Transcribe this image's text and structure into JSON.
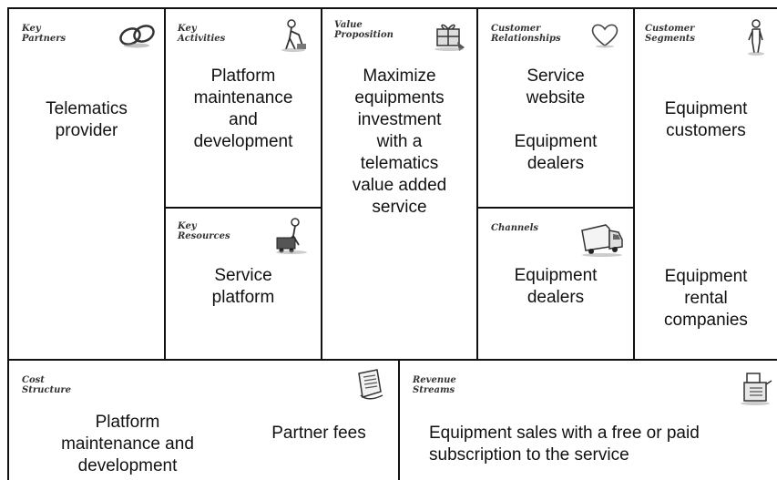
{
  "canvas": {
    "key_partners": {
      "header": "Key\nPartners",
      "items": [
        "Telematics\nprovider"
      ],
      "icon": "chain-links-icon"
    },
    "key_activities": {
      "header": "Key\nActivities",
      "items": [
        "Platform\nmaintenance\nand\ndevelopment"
      ],
      "icon": "worker-icon"
    },
    "key_resources": {
      "header": "Key\nResources",
      "items": [
        "Service\nplatform"
      ],
      "icon": "cart-icon"
    },
    "value_proposition": {
      "header": "Value\nProposition",
      "items": [
        "Maximize\nequipments\ninvestment\nwith a\ntelematics\nvalue added\nservice"
      ],
      "icon": "gift-icon"
    },
    "customer_relationships": {
      "header": "Customer\nRelationships",
      "items": [
        "Service\nwebsite",
        "Equipment\ndealers"
      ],
      "icon": "heart-icon"
    },
    "channels": {
      "header": "Channels",
      "items": [
        "Equipment\ndealers"
      ],
      "icon": "truck-icon"
    },
    "customer_segments": {
      "header": "Customer\nSegments",
      "items": [
        "Equipment\ncustomers",
        "Equipment\nrental\ncompanies"
      ],
      "icon": "person-icon"
    },
    "cost_structure": {
      "header": "Cost\nStructure",
      "items": [
        "Platform\nmaintenance and\ndevelopment",
        "Partner fees"
      ],
      "icon": "receipt-icon"
    },
    "revenue_streams": {
      "header": "Revenue\nStreams",
      "items": [
        "Equipment sales with a free or paid\nsubscription to the service"
      ],
      "icon": "cash-register-icon"
    }
  }
}
